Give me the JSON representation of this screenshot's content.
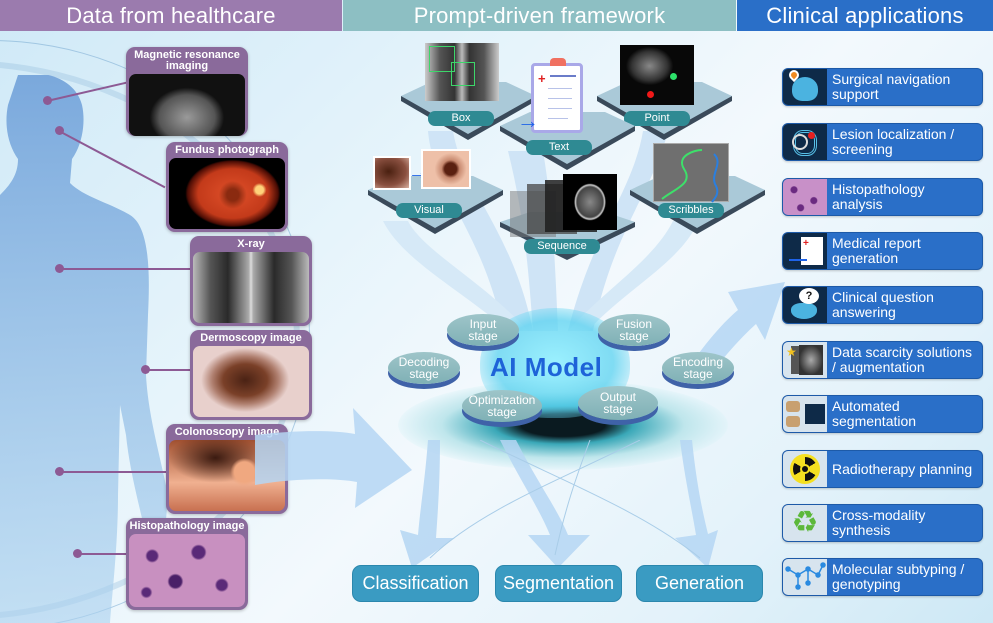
{
  "header": {
    "left": "Data from healthcare",
    "middle": "Prompt-driven framework",
    "right": "Clinical applications"
  },
  "data_sources": [
    {
      "label": "Magnetic resonance imaging",
      "label_line1": "Magnetic resonance",
      "label_line2": "imaging"
    },
    {
      "label": "Fundus photograph"
    },
    {
      "label": "X-ray"
    },
    {
      "label": "Dermoscopy image"
    },
    {
      "label": "Colonoscopy image"
    },
    {
      "label": "Histopathology image"
    }
  ],
  "prompts": {
    "box": "Box",
    "text": "Text",
    "point": "Point",
    "visual": "Visual",
    "sequence": "Sequence",
    "scribbles": "Scribbles"
  },
  "ai_model": {
    "title": "AI Model",
    "stages": {
      "input": [
        "Input",
        "stage"
      ],
      "fusion": [
        "Fusion",
        "stage"
      ],
      "decoding": [
        "Decoding",
        "stage"
      ],
      "encoding": [
        "Encoding",
        "stage"
      ],
      "optimization": [
        "Optimization",
        "stage"
      ],
      "output": [
        "Output",
        "stage"
      ]
    }
  },
  "tasks": [
    "Classification",
    "Segmentation",
    "Generation"
  ],
  "applications": [
    {
      "line1": "Surgical navigation",
      "line2": "support",
      "icon": "skull-pin-icon"
    },
    {
      "line1": "Lesion localization /",
      "line2": "screening",
      "icon": "chest-magnifier-icon"
    },
    {
      "line1": "Histopathology",
      "line2": "analysis",
      "icon": "histology-icon"
    },
    {
      "line1": "Medical report",
      "line2": "generation",
      "icon": "report-icon"
    },
    {
      "line1": "Clinical question",
      "line2": "answering",
      "icon": "question-pelvis-icon"
    },
    {
      "line1": "Data scarcity solutions",
      "line2": "/ augmentation",
      "icon": "augmentation-icon"
    },
    {
      "line1": "Automated",
      "line2": "segmentation",
      "icon": "segmentation-icon"
    },
    {
      "line1": "Radiotherapy planning",
      "line2": "",
      "icon": "radiation-icon"
    },
    {
      "line1": "Cross-modality",
      "line2": "synthesis",
      "icon": "recycle-icon"
    },
    {
      "line1": "Molecular subtyping /",
      "line2": "genotyping",
      "icon": "molecule-icon"
    }
  ],
  "colors": {
    "left_header": "#9b7bae",
    "middle_header": "#8dbfc3",
    "right_header": "#2a6fc8",
    "card_frame": "#8a6a9b",
    "platform_label": "#2f8a93",
    "task_button": "#3a9bc2",
    "ai_title": "#1e63d8"
  }
}
